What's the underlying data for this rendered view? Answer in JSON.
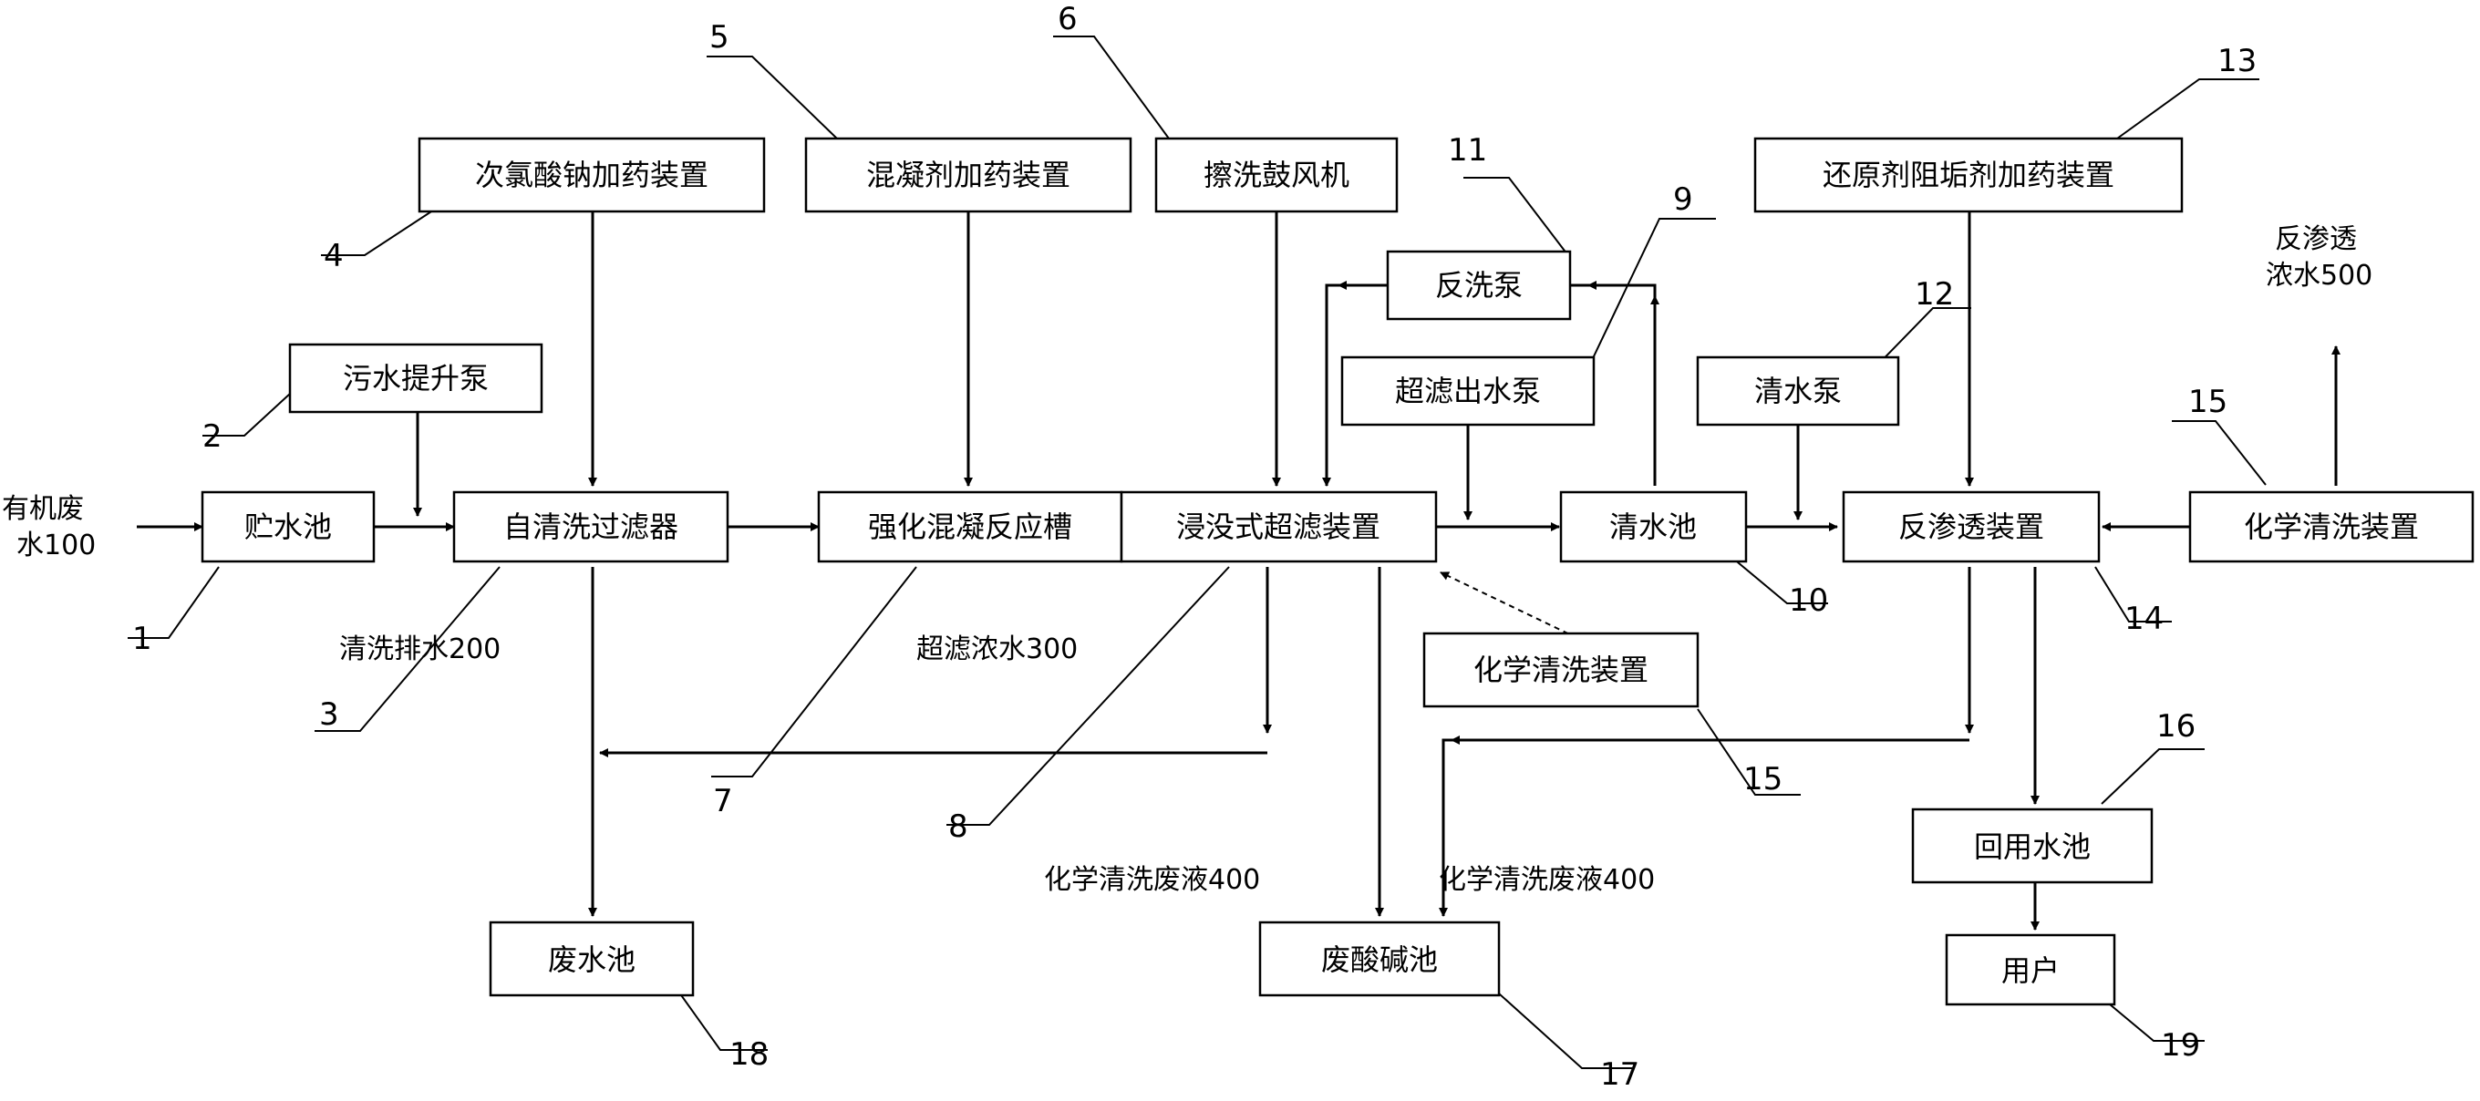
{
  "boxes": {
    "storage_pool": "贮水池",
    "sewage_pump": "污水提升泵",
    "self_clean_filter": "自清洗过滤器",
    "hypochlorite_doser": "次氯酸钠加药装置",
    "coagulant_doser": "混凝剂加药装置",
    "scrub_blower": "擦洗鼓风机",
    "coagulation_tank": "强化混凝反应槽",
    "immersed_uf": "浸没式超滤装置",
    "backwash_pump": "反洗泵",
    "uf_outlet_pump": "超滤出水泵",
    "clear_pool": "清水池",
    "chem_clean_mid": "化学清洗装置",
    "reductant_doser": "还原剂阻垢剂加药装置",
    "clear_pump": "清水泵",
    "ro_unit": "反渗透装置",
    "chem_clean_right": "化学清洗装置",
    "reuse_pool": "回用水池",
    "user": "用户",
    "waste_pool": "废水池",
    "acid_base_pool": "废酸碱池"
  },
  "flows": {
    "organic_wastewater_line1": "有机废",
    "organic_wastewater_line2": "水100",
    "wash_drain": "清洗排水200",
    "uf_concentrate": "超滤浓水300",
    "chem_waste_left": "化学清洗废液400",
    "chem_waste_right": "化学清洗废液400",
    "ro_concentrate_line1": "反渗透",
    "ro_concentrate_line2": "浓水500"
  },
  "numbers": {
    "n1": "1",
    "n2": "2",
    "n3": "3",
    "n4": "4",
    "n5": "5",
    "n6": "6",
    "n7": "7",
    "n8": "8",
    "n9": "9",
    "n10": "10",
    "n11": "11",
    "n12": "12",
    "n13": "13",
    "n14": "14",
    "n15a": "15",
    "n15b": "15",
    "n16": "16",
    "n17": "17",
    "n18": "18",
    "n19": "19"
  }
}
